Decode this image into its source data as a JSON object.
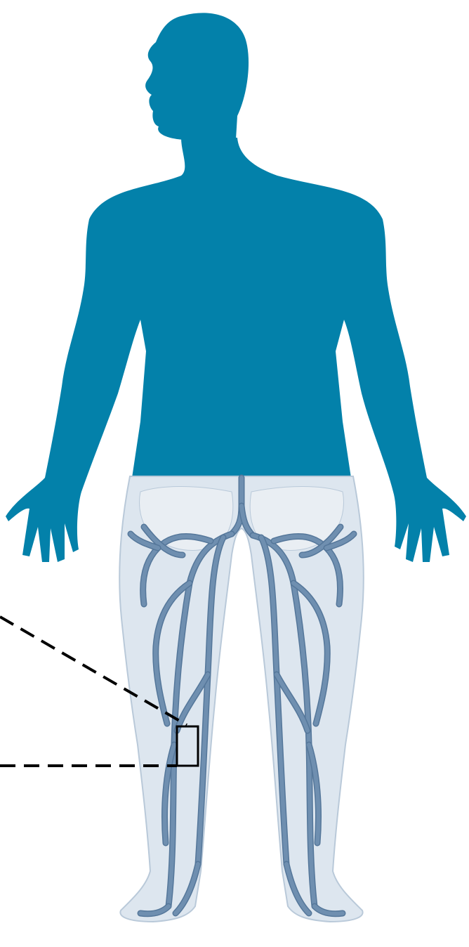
{
  "figure": {
    "subject": "human-body-silhouette-with-leg-veins",
    "colors": {
      "silhouette": "#0381AA",
      "leg_fill": "#DDE6EF",
      "leg_outline": "#B9C9D9",
      "vein": "#6F8FB0",
      "vein_outline": "#55779A",
      "bone_hint": "#E9EEF3",
      "callout": "#000000"
    },
    "callout": {
      "style": "dashed",
      "marker": "rectangle"
    }
  }
}
